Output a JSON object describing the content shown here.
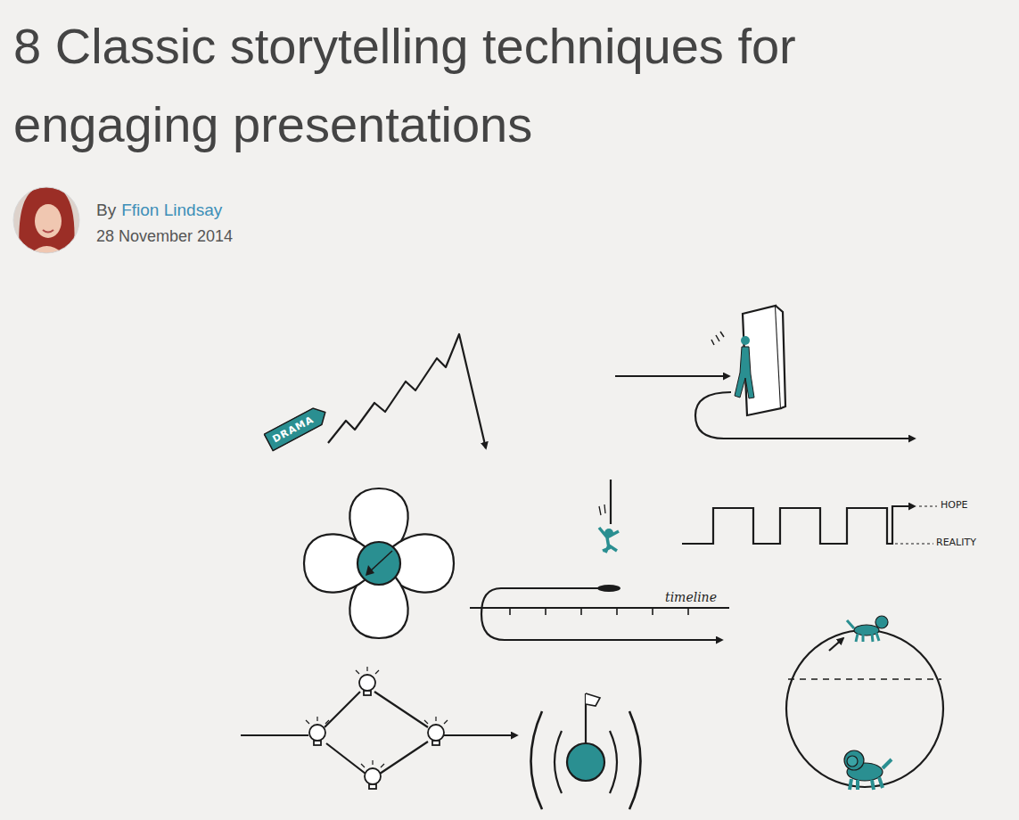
{
  "diagram": {
    "title": "8 Classic storytelling techniques for engaging presentations",
    "nodes": [
      {
        "text": [
          "DRAMA"
        ]
      }
    ],
    "labels": [
      "By",
      "Ffion Lindsay",
      "28 November 2014",
      "timeline",
      "HOPE",
      "REALITY"
    ]
  }
}
